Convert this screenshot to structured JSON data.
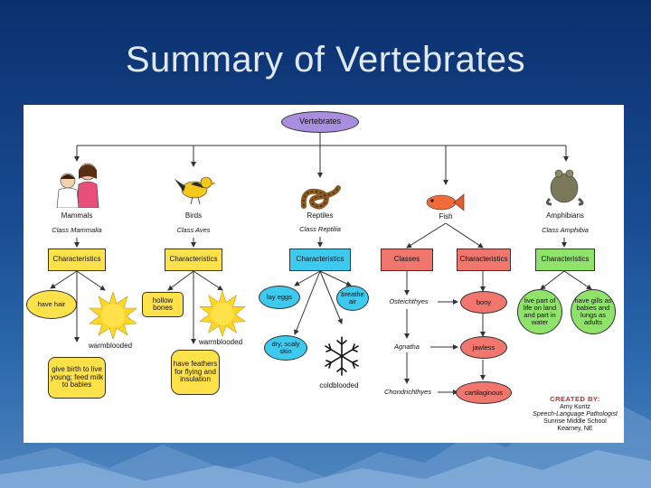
{
  "slide": {
    "title": "Summary of Vertebrates"
  },
  "colors": {
    "yellow": "#ffe24a",
    "blue": "#3ec9ef",
    "red": "#f0766e",
    "green": "#8fe36a",
    "purple": "#a98ee0",
    "credit": "#d02424"
  },
  "root": "Vertebrates",
  "groups": {
    "mammals": {
      "name": "Mammals",
      "class": "Class Mammalia",
      "header": "Characteristics",
      "items": [
        "have hair",
        "warmblooded",
        "give birth to live young; feed milk to babies"
      ]
    },
    "birds": {
      "name": "Birds",
      "class": "Class Aves",
      "header": "Characteristics",
      "items": [
        "hollow bones",
        "warmblooded",
        "have feathers for flying and insulation"
      ]
    },
    "reptiles": {
      "name": "Reptiles",
      "class": "Class Reptilia",
      "header": "Characteristics",
      "items": [
        "lay eggs",
        "breathe air",
        "dry, scaly skin",
        "coldblooded"
      ]
    },
    "fish": {
      "name": "Fish",
      "classes_header": "Classes",
      "header": "Characteristics",
      "classes": [
        "Osteichthyes",
        "Agnatha",
        "Chondrichthyes"
      ],
      "items": [
        "bony",
        "jawless",
        "cartilaginous"
      ]
    },
    "amphibians": {
      "name": "Amphibians",
      "class": "Class Amphibia",
      "header": "Characteristics",
      "items": [
        "live part of life on land and part in water",
        "have gills as babies and lungs as adults"
      ]
    }
  },
  "credit": {
    "line1": "CREATED BY:",
    "line2": "Amy Kuntz",
    "line3": "Speech-Language Pathologist",
    "line4": "Sunrise Middle School",
    "line5": "Kearney, NE"
  }
}
